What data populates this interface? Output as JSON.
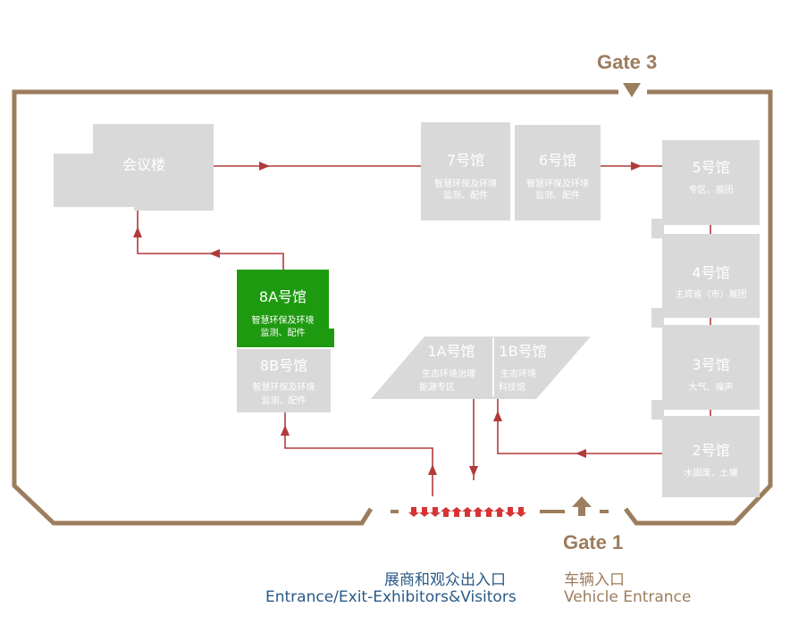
{
  "gates": {
    "gate3": "Gate 3",
    "gate1": "Gate 1"
  },
  "halls": {
    "conference": {
      "name": "会议楼"
    },
    "h7": {
      "name": "7号馆",
      "sub1": "智慧环保及环境",
      "sub2": "监测、配件"
    },
    "h6": {
      "name": "6号馆",
      "sub1": "智慧环保及环境",
      "sub2": "监测、配件"
    },
    "h5": {
      "name": "5号馆",
      "sub1": "专区、展团"
    },
    "h4": {
      "name": "4号馆",
      "sub1": "主宾省（市）展团"
    },
    "h3": {
      "name": "3号馆",
      "sub1": "大气、噪声"
    },
    "h2": {
      "name": "2号馆",
      "sub1": "水固废、土壤"
    },
    "h8a": {
      "name": "8A号馆",
      "sub1": "智慧环保及环境",
      "sub2": "监测、配件"
    },
    "h8b": {
      "name": "8B号馆",
      "sub1": "智慧环保及环境",
      "sub2": "监测、配件"
    },
    "h1a": {
      "name": "1A号馆",
      "sub1": "生态环境治理",
      "sub2": "能源专区"
    },
    "h1b": {
      "name": "1B号馆",
      "sub1": "生态环境",
      "sub2": "科技馆"
    }
  },
  "entrances": {
    "visitors_cn": "展商和观众出入口",
    "visitors_en": "Entrance/Exit-Exhibitors&Visitors",
    "vehicle_cn": "车辆入口",
    "vehicle_en": "Vehicle Entrance"
  },
  "colors": {
    "boundary": "#9c7d5d",
    "hall": "#d9d9d9",
    "highlight_hall": "#1e9a10",
    "route": "#b23a3a",
    "visitor_text": "#2a5a86",
    "vehicle_text": "#9c7d5d"
  }
}
